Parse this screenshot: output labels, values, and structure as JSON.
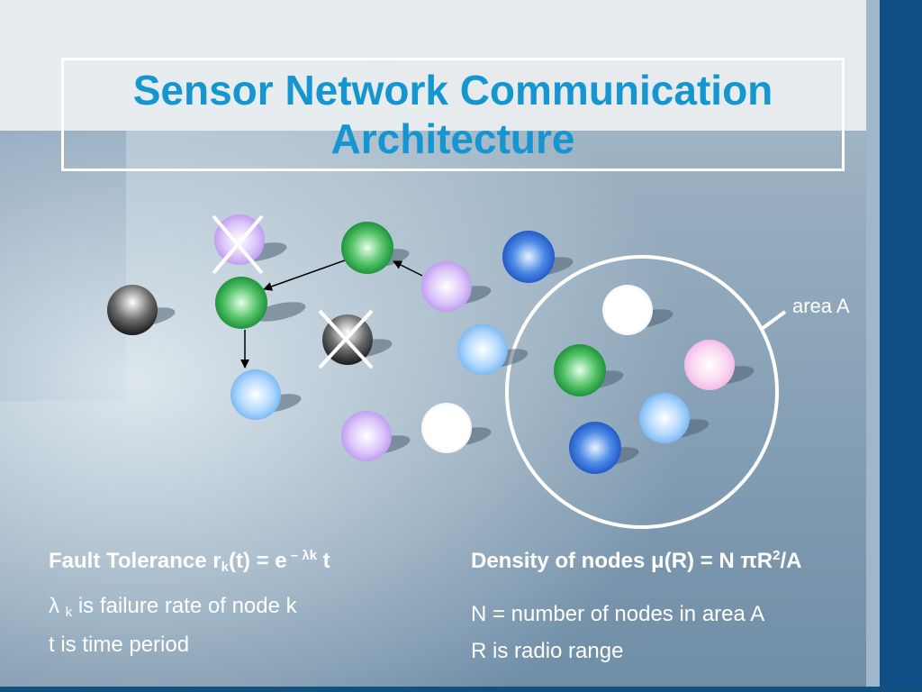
{
  "title": {
    "line1": "Sensor Network Communication",
    "line2": "Architecture"
  },
  "diagram": {
    "area_label": "area A",
    "colors": {
      "title": "#1596d0",
      "text": "#ffffff",
      "failed_mark": "#ffffff",
      "node_black": "#2a2a2a",
      "node_green": "#22a046",
      "node_blue": "#1b5fd0",
      "node_lightblue": "#7fbef5",
      "node_lavender": "#c9a6f2",
      "node_pink": "#f5c2ea",
      "node_white": "#ffffff"
    }
  },
  "left": {
    "formula_prefix": "Fault Tolerance r",
    "formula_sub": "k",
    "formula_mid": "(t) = e",
    "formula_sup": " – λk",
    "formula_suffix": " t",
    "line1_pre": "λ",
    "line1_sub": "k",
    "line1_post": " is failure rate of node k",
    "line2": "t is time period"
  },
  "right": {
    "formula_prefix": "Density of nodes μ(R) = N πR",
    "formula_sup": "2",
    "formula_suffix": "/A",
    "line1": "N = number of nodes in area A",
    "line2": "R is radio range"
  }
}
